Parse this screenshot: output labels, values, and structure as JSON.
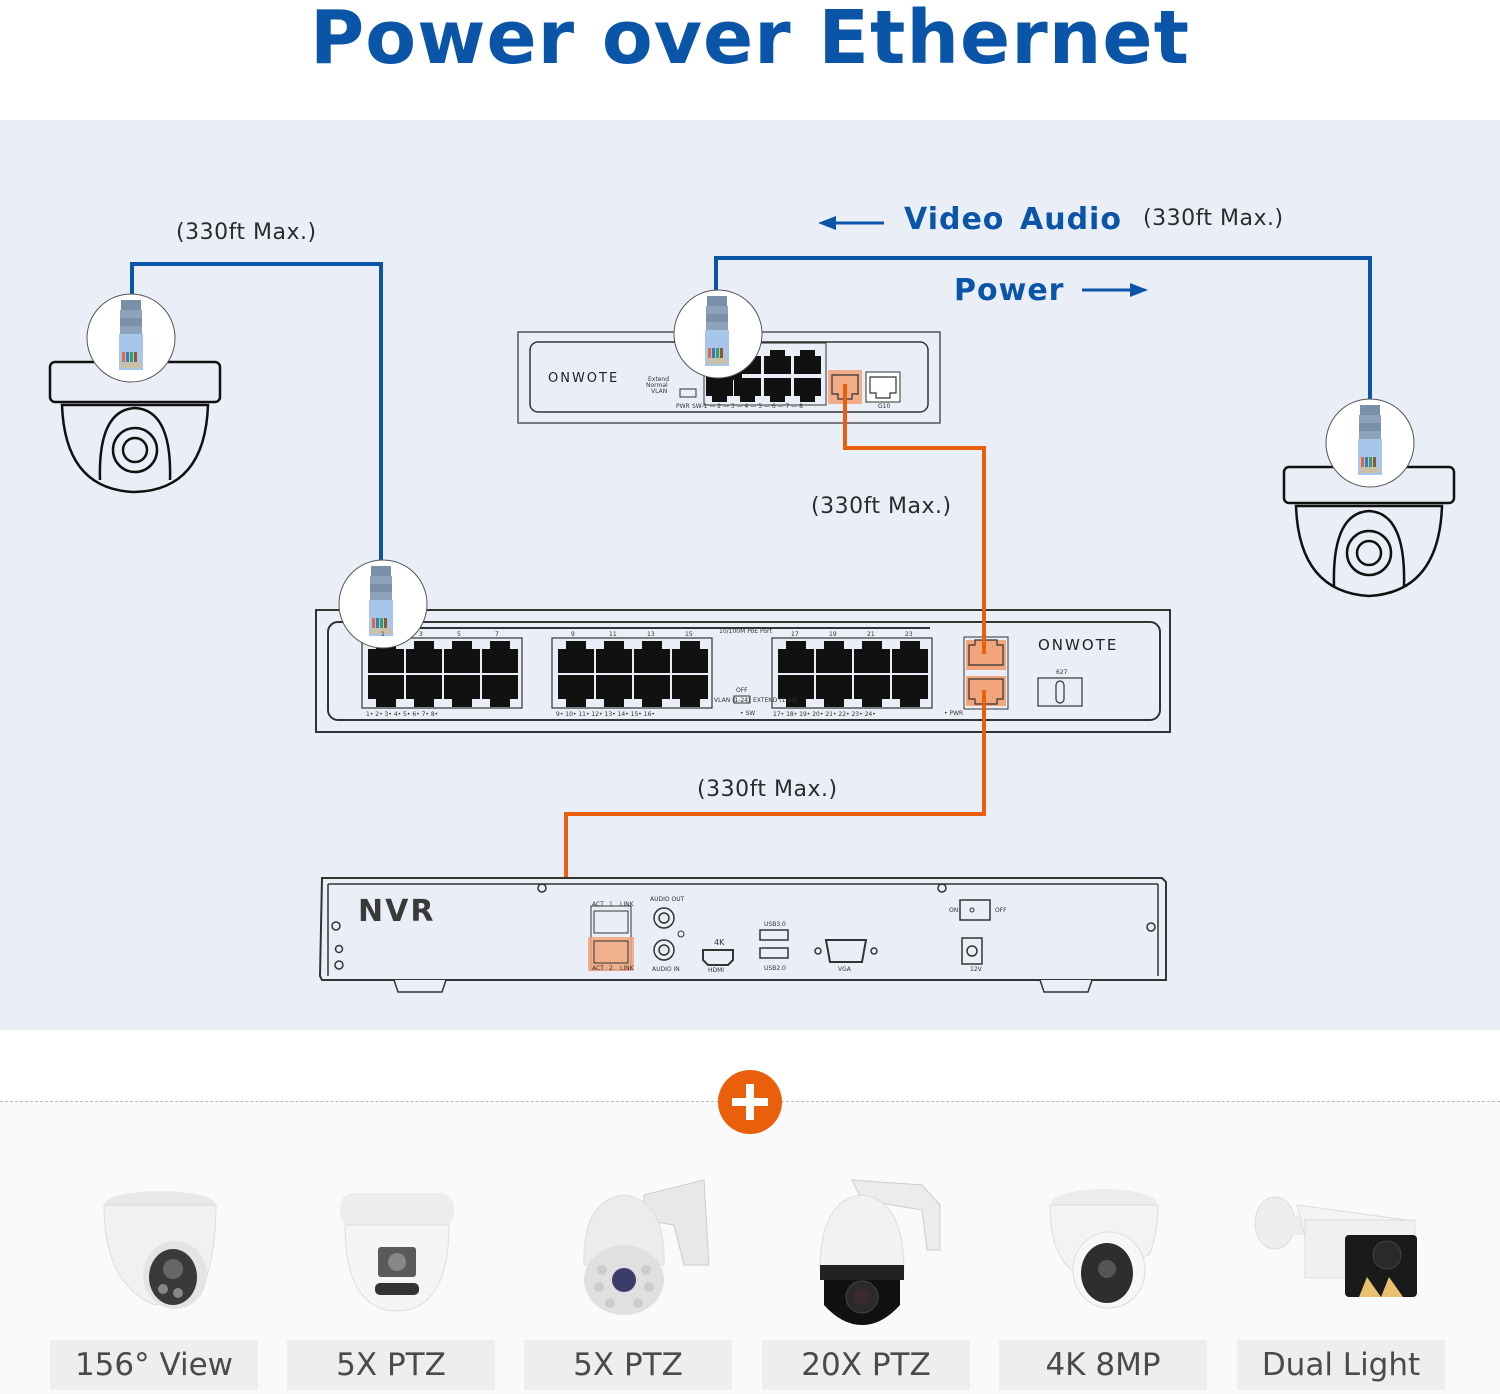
{
  "title": "Power over Ethernet",
  "colors": {
    "brand_blue": "#0b55a8",
    "poe_orange": "#e95f0c",
    "diagram_bg": "#eaeff7",
    "label_bg": "#eeeeee"
  },
  "diagram": {
    "left_cable_label": "(330ft Max.)",
    "right_cable_label": "(330ft Max.)",
    "video_label": "Video",
    "audio_label": "Audio",
    "power_label": "Power",
    "uplink_label": "(330ft Max.)",
    "nvr_cable_label": "(330ft Max.)",
    "small_switch": {
      "brand": "ONWOTE",
      "mode_labels": [
        "Extend",
        "Normal",
        "VLAN"
      ],
      "pwr_label": "PWR",
      "port_labels": "SW-1 — 2 — 3 — 4 — 5 — 6 — 7 — 8",
      "uplink_port_label": "G10"
    },
    "big_switch": {
      "brand": "ONWOTE",
      "port_header": "10/100M PoE Port",
      "top_numbers_a": [
        "1",
        "3",
        "5",
        "7"
      ],
      "top_numbers_b": [
        "9",
        "11",
        "13",
        "15"
      ],
      "top_numbers_c": [
        "17",
        "19",
        "21",
        "23"
      ],
      "bottom_numbers_a": "1•  2•   3•  4•   5•  6•   7•  8•",
      "bottom_numbers_b": "9•  10•   11•  12•   13•  14•   15•  16•",
      "bottom_numbers_c": "17•  18•   19•  20•   21•  22•   23•  24•",
      "switch_labels": [
        "OFF",
        "VLAN (1-24)",
        "EXTEND (1-24)",
        "• SW"
      ],
      "pwr_label": "• PWR",
      "power_label": "627"
    },
    "nvr": {
      "label": "NVR",
      "lan_labels": [
        "ACT",
        "1",
        "LINK",
        "ACT",
        "2",
        "LINK"
      ],
      "audio_out": "AUDIO OUT",
      "audio_in": "AUDIO IN",
      "hdmi_top": "4K",
      "hdmi_bottom": "HDMI",
      "usb_top": "USB3.0",
      "usb_bottom": "USB2.0",
      "vga": "VGA",
      "switch_on": "ON",
      "switch_off": "OFF",
      "power": "12V"
    }
  },
  "products": [
    {
      "label": "156° View",
      "icon": "turret-camera-icon"
    },
    {
      "label": "5X PTZ",
      "icon": "dome-camera-icon"
    },
    {
      "label": "5X PTZ",
      "icon": "ptz-camera-icon"
    },
    {
      "label": "20X PTZ",
      "icon": "ptz-camera-black-icon"
    },
    {
      "label": "4K 8MP",
      "icon": "turret-camera-icon"
    },
    {
      "label": "Dual Light",
      "icon": "bullet-camera-icon"
    }
  ]
}
